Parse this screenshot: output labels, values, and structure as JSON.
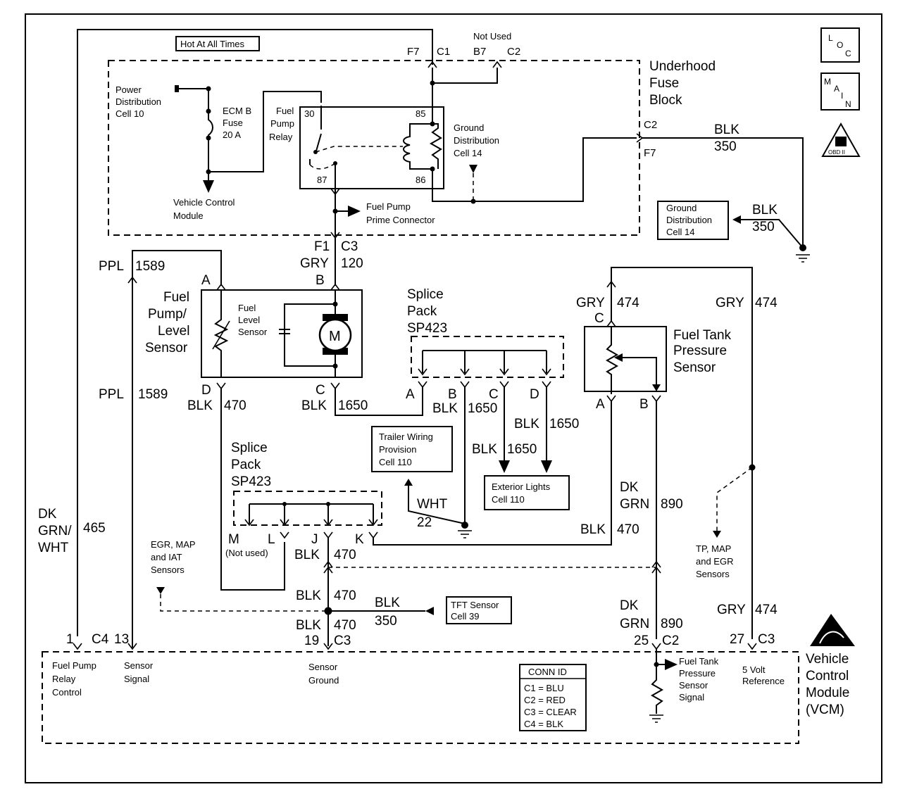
{
  "labels": {
    "hot_at_all_times": "Hot At All Times",
    "not_used_top": "Not Used",
    "f7_top": "F7",
    "c1_top": "C1",
    "b7_top": "B7",
    "c2_top": "C2",
    "underhood_1": "Underhood",
    "underhood_2": "Fuse",
    "underhood_3": "Block",
    "loc": "LOC",
    "main": "MAIN",
    "obd": "OBD II",
    "pwr_dist_1": "Power",
    "pwr_dist_2": "Distribution",
    "pwr_dist_3": "Cell 10",
    "ecm_fuse_1": "ECM B",
    "ecm_fuse_2": "Fuse",
    "ecm_fuse_3": "20 A",
    "relay_1": "Fuel",
    "relay_2": "Pump",
    "relay_3": "Relay",
    "pin_30": "30",
    "pin_85": "85",
    "pin_87": "87",
    "pin_86": "86",
    "gnd_dist_1": "Ground",
    "gnd_dist_2": "Distribution",
    "gnd_dist_3": "Cell 14",
    "vcm_module_1": "Vehicle Control",
    "vcm_module_2": "Module",
    "prime_1": "Fuel Pump",
    "prime_2": "Prime  Connector",
    "c2_right": "C2",
    "f7_right": "F7",
    "blk_top": "BLK",
    "n350_top": "350",
    "gnd_box_1": "Ground",
    "gnd_box_2": "Distribution",
    "gnd_box_3": "Cell 14",
    "blk_gnd": "BLK",
    "n350_gnd": "350",
    "f1": "F1",
    "c3_pump": "C3",
    "gry_pump": "GRY",
    "n120": "120",
    "ppl_top": "PPL",
    "n1589_top": "1589",
    "pin_a_pump": "A",
    "pin_b_pump": "B",
    "pump_1": "Fuel",
    "pump_2": "Pump/",
    "pump_3": "Level",
    "pump_4": "Sensor",
    "fls_1": "Fuel",
    "fls_2": "Level",
    "fls_3": "Sensor",
    "motor": "M",
    "pin_d_pump": "D",
    "pin_c_pump": "C",
    "blk_470_a": "BLK",
    "n470_a": "470",
    "blk_1650_a": "BLK",
    "n1650_a": "1650",
    "ppl_mid": "PPL",
    "n1589_mid": "1589",
    "sp_top_1": "Splice",
    "sp_top_2": "Pack",
    "sp_top_3": "SP423",
    "sp_pin_a": "A",
    "sp_pin_b": "B",
    "sp_pin_c": "C",
    "sp_pin_d": "D",
    "blk_1650_b": "BLK",
    "n1650_b": "1650",
    "blk_1650_c": "BLK",
    "n1650_c": "1650",
    "blk_1650_d": "BLK",
    "n1650_d": "1650",
    "trailer_1": "Trailer Wiring",
    "trailer_2": "Provision",
    "trailer_3": "Cell 110",
    "ext_1": "Exterior Lights",
    "ext_2": "Cell 110",
    "wht": "WHT",
    "n22": "22",
    "gry_ftp": "GRY",
    "n474_ftp": "474",
    "gry_right": "GRY",
    "n474_right": "474",
    "pin_c_ftp": "C",
    "ftp_1": "Fuel Tank",
    "ftp_2": "Pressure",
    "ftp_3": "Sensor",
    "pin_a_ftp": "A",
    "pin_b_ftp": "B",
    "dk_grn_wht_1": "DK",
    "dk_grn_wht_2": "GRN/",
    "dk_grn_wht_3": "WHT",
    "n465": "465",
    "sp_bot_1": "Splice",
    "sp_bot_2": "Pack",
    "sp_bot_3": "SP423",
    "sp_pin_m": "M",
    "sp_pin_l": "L",
    "sp_pin_j": "J",
    "sp_pin_k": "K",
    "not_used_m": "(Not used)",
    "blk_470_j": "BLK",
    "n470_j": "470",
    "dk_grn_890_1": "DK",
    "dk_grn_890_2": "GRN",
    "n890": "890",
    "blk_470_ftp": "BLK",
    "n470_ftp": "470",
    "egr_1": "EGR, MAP",
    "egr_2": "and IAT",
    "egr_3": "Sensors",
    "tp_1": "TP, MAP",
    "tp_2": "and EGR",
    "tp_3": "Sensors",
    "blk_470_c": "BLK",
    "n470_c": "470",
    "blk_350_tft": "BLK",
    "n350_tft": "350",
    "tft_1": "TFT Sensor",
    "tft_2": "Cell 39",
    "blk_470_d": "BLK",
    "n470_d": "470",
    "dk_grn_890_b1": "DK",
    "dk_grn_890_b2": "GRN",
    "n890_b": "890",
    "gry_474_b": "GRY",
    "n474_b": "474",
    "vcm_pin_1": "1",
    "vcm_c4": "C4",
    "vcm_pin_13": "13",
    "vcm_pin_19": "19",
    "vcm_c3_a": "C3",
    "vcm_pin_25": "25",
    "vcm_c2": "C2",
    "vcm_pin_27": "27",
    "vcm_c3_b": "C3",
    "vcm_fprc_1": "Fuel Pump",
    "vcm_fprc_2": "Relay",
    "vcm_fprc_3": "Control",
    "vcm_ss_1": "Sensor",
    "vcm_ss_2": "Signal",
    "vcm_sg_1": "Sensor",
    "vcm_sg_2": "Ground",
    "conn_id": "CONN ID",
    "conn_c1": "C1 = BLU",
    "conn_c2": "C2 = RED",
    "conn_c3": "C3 = CLEAR",
    "conn_c4": "C4 = BLK",
    "vcm_ftp_1": "Fuel Tank",
    "vcm_ftp_2": "Pressure",
    "vcm_ftp_3": "Sensor",
    "vcm_ftp_4": "Signal",
    "vcm_5v_1": "5 Volt",
    "vcm_5v_2": "Reference",
    "vcm_title_1": "Vehicle",
    "vcm_title_2": "Control",
    "vcm_title_3": "Module",
    "vcm_title_4": "(VCM)"
  }
}
